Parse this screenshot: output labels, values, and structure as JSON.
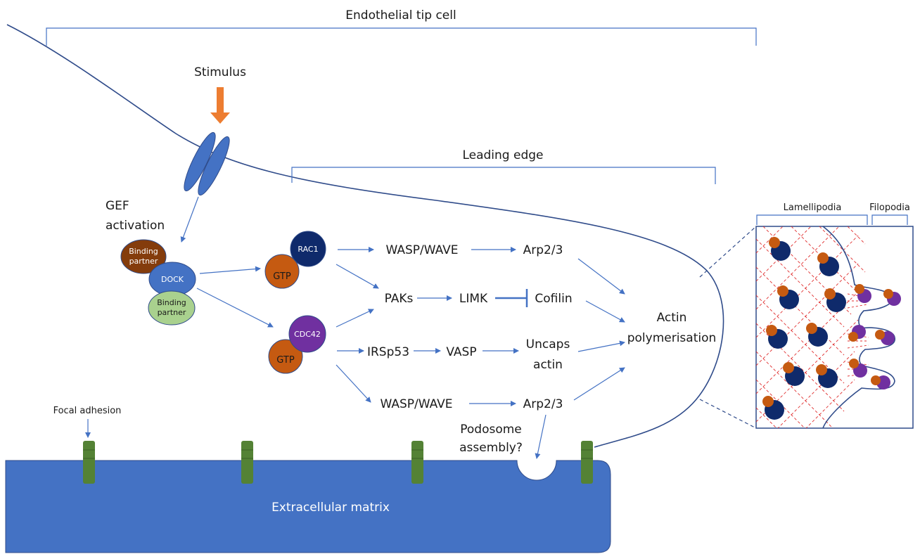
{
  "labels": {
    "cell": "Endothelial tip cell",
    "stimulus": "Stimulus",
    "leading_edge": "Leading edge",
    "gef_line1": "GEF",
    "gef_line2": "activation",
    "focal_adhesion": "Focal adhesion",
    "ecm": "Extracellular matrix",
    "lamellipodia": "Lamellipodia",
    "filopodia": "Filopodia",
    "actin_line1": "Actin",
    "actin_line2": "polymerisation",
    "podosome_line1": "Podosome",
    "podosome_line2": "assembly?"
  },
  "nodes": {
    "binding_partner_top_1": "Binding",
    "binding_partner_top_2": "partner",
    "dock": "DOCK",
    "binding_partner_bottom_1": "Binding",
    "binding_partner_bottom_2": "partner",
    "rac1": "RAC1",
    "gtp_rac": "GTP",
    "cdc42": "CDC42",
    "gtp_cdc": "GTP"
  },
  "pathway": {
    "wasp_wave_top": "WASP/WAVE",
    "arp23_top": "Arp2/3",
    "paks": "PAKs",
    "limk": "LIMK",
    "cofilin": "Cofilin",
    "irsp53": "IRSp53",
    "vasp": "VASP",
    "uncaps_line1": "Uncaps",
    "uncaps_line2": "actin",
    "wasp_wave_bottom": "WASP/WAVE",
    "arp23_bottom": "Arp2/3"
  },
  "colors": {
    "ecm": "#4472c4",
    "membrane": "#2f4b8a",
    "arrow": "#4472c4",
    "stimulus": "#ed7d31",
    "rac1": "#0f2a6b",
    "cdc42": "#7030a0",
    "gtp": "#c55a11",
    "dock": "#4472c4",
    "binding_top": "#843c0c",
    "binding_bottom": "#a9d18e",
    "focal_adhesion": "#548235",
    "actin_mesh": "#e03030"
  }
}
